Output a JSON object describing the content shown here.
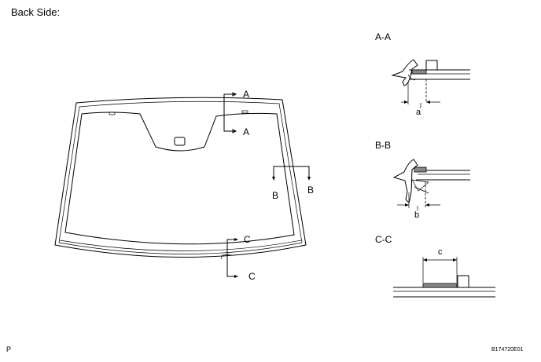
{
  "title": "Back Side:",
  "sections": {
    "aa": "A-A",
    "bb": "B-B",
    "cc": "C-C"
  },
  "cut_markers": {
    "a_top": "A",
    "a_bottom": "A",
    "b_left": "B",
    "b_right": "B",
    "c_top": "C",
    "c_bottom": "C"
  },
  "dimensions": {
    "a": "a",
    "b": "b",
    "c": "c"
  },
  "corner_label": "P",
  "figure_code": "B174720E01"
}
